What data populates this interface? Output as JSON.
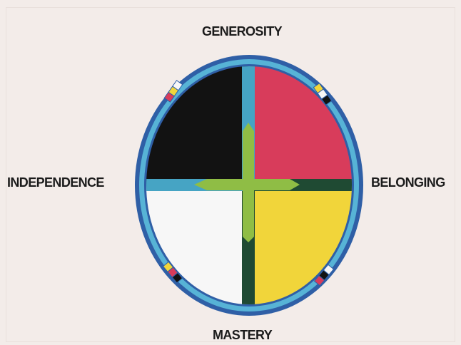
{
  "labels": {
    "top": "GENEROSITY",
    "left": "INDEPENDENCE",
    "right": "BELONGING",
    "bottom": "MASTERY"
  },
  "colors": {
    "background": "#f3ece9",
    "outer_ring": "#2f5fa6",
    "inner_ring": "#57b3d6",
    "quadrant_top_left": "#121212",
    "quadrant_top_right": "#d83c5b",
    "quadrant_bottom_left": "#f7f7f7",
    "quadrant_bottom_right": "#f1d53a",
    "axis_top": "#46a4c4",
    "axis_left": "#46a4c4",
    "axis_right": "#1f4a33",
    "axis_bottom": "#1f4a33",
    "cross_center": "#8fbd45"
  },
  "bead_groups": [
    [
      "#d83c5b",
      "#f1d53a",
      "#f7f7f7"
    ],
    [
      "#f1d53a",
      "#f7f7f7",
      "#121212"
    ],
    [
      "#f1d53a",
      "#d83c5b",
      "#121212"
    ],
    [
      "#121212",
      "#f7f7f7",
      "#d83c5b"
    ]
  ]
}
